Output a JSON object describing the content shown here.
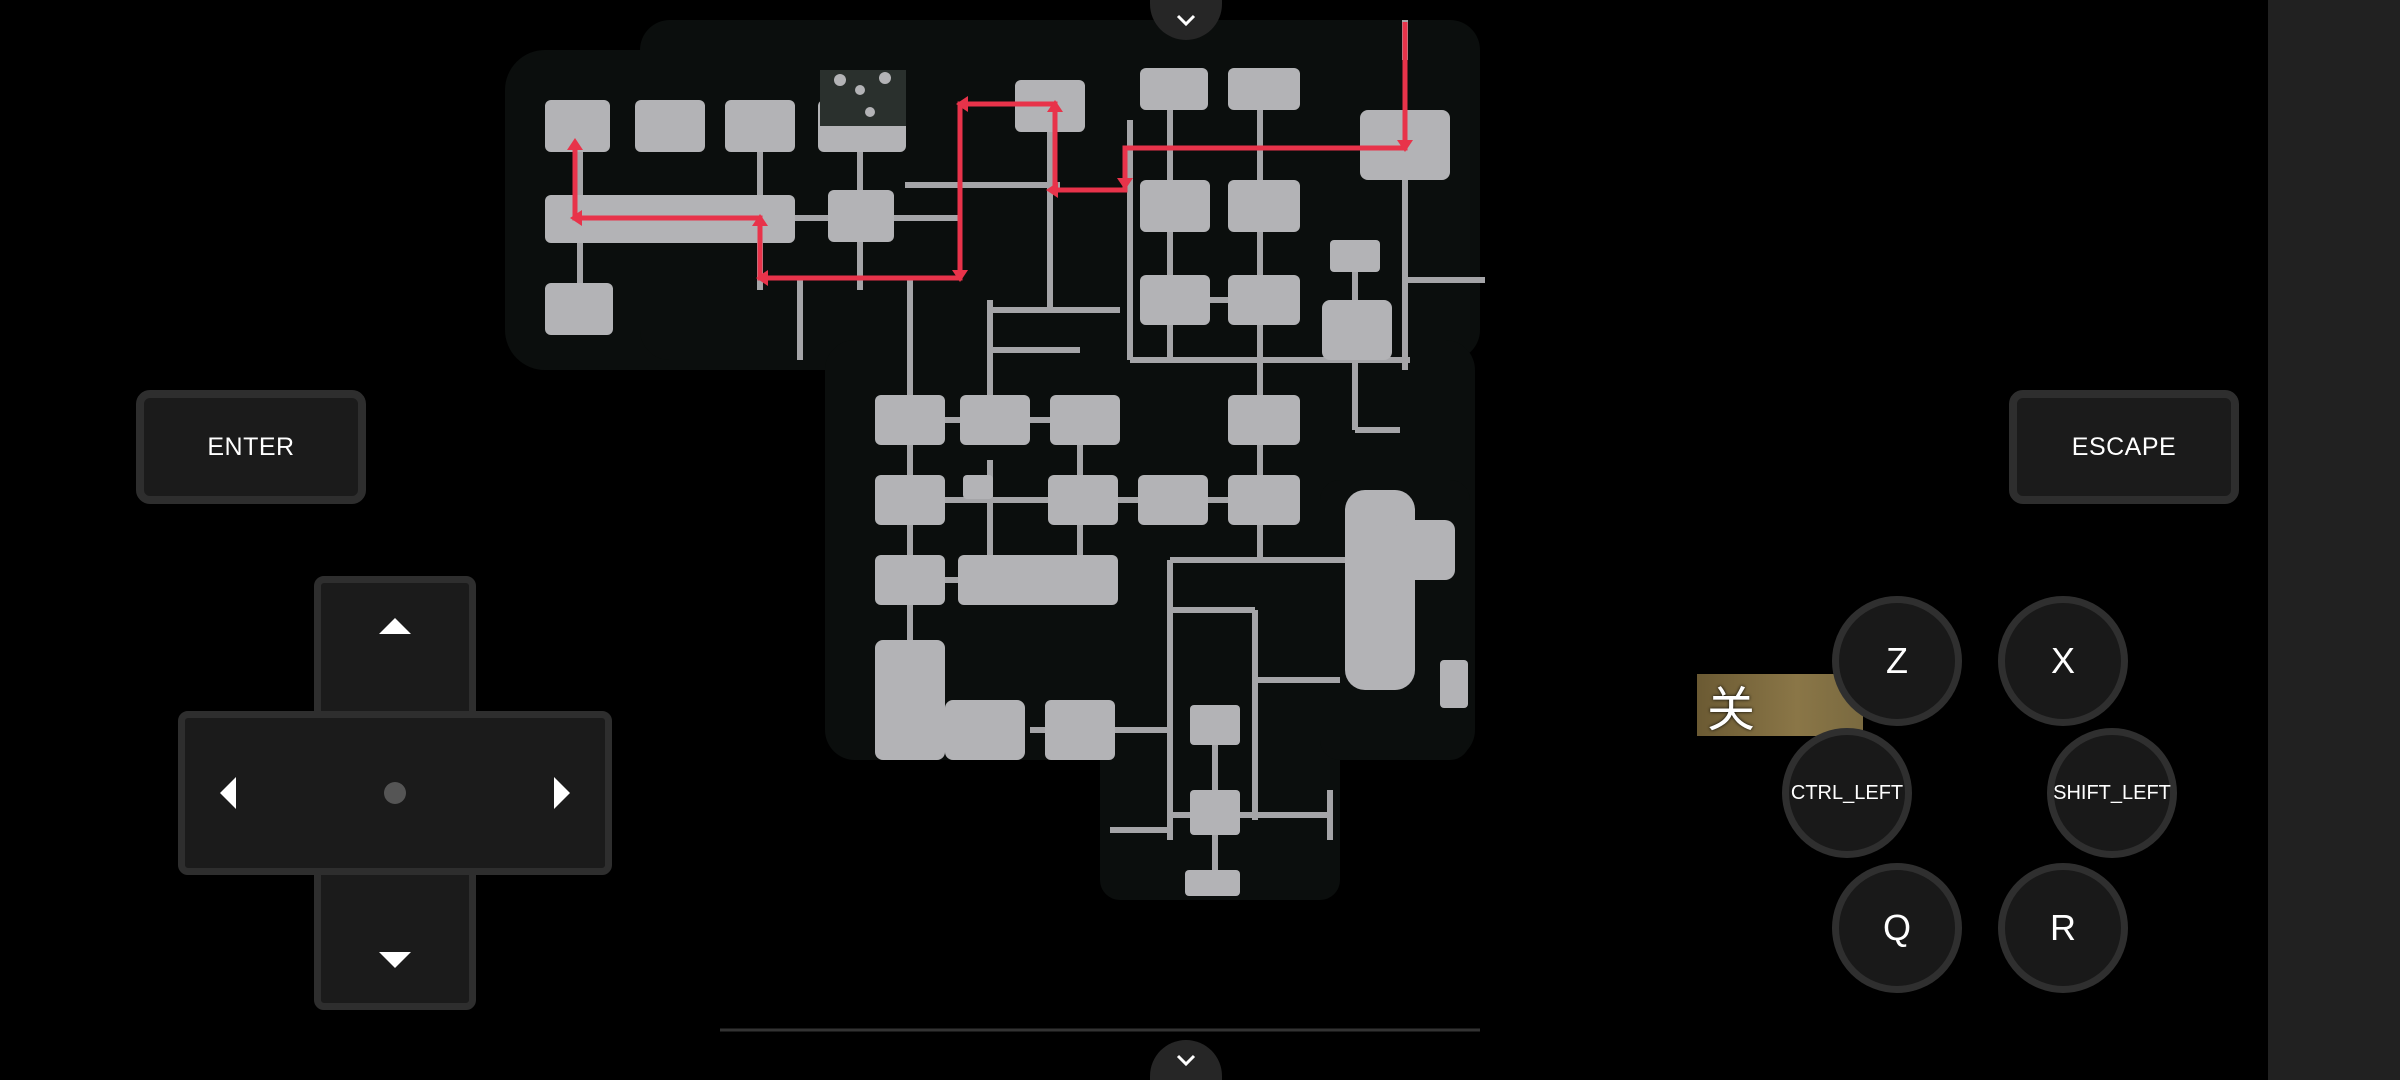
{
  "buttons": {
    "enter": "ENTER",
    "escape": "ESCAPE",
    "z": "Z",
    "x": "X",
    "ctrl_left": "CTRL_LEFT",
    "shift_left": "SHIFT_LEFT",
    "q": "Q",
    "r": "R"
  },
  "badge": {
    "text": "关"
  },
  "colors": {
    "route": "#e8334a",
    "rooms": "#b3b3b6",
    "map_bg": "#0b0e0d",
    "panel": "#212121"
  },
  "icons": [
    "up-arrow-icon",
    "down-arrow-icon",
    "left-arrow-icon",
    "right-arrow-icon",
    "chevron-down-icon"
  ]
}
